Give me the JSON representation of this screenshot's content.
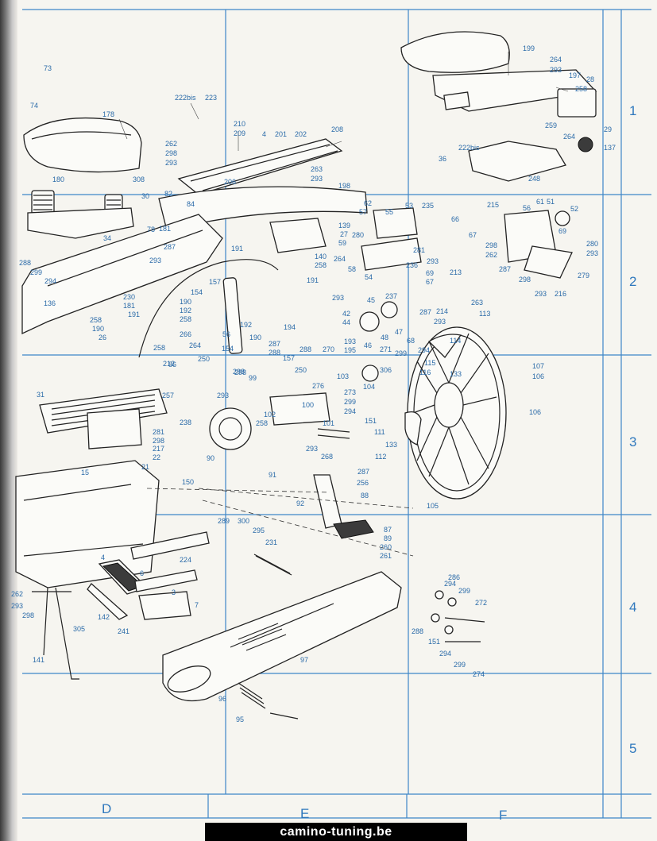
{
  "grid": {
    "rows": [
      "1",
      "2",
      "3",
      "4",
      "5"
    ],
    "columns": [
      "D",
      "E",
      "F"
    ]
  },
  "watermark": "camino-tuning.be",
  "accent_color": "#2f78bd",
  "callouts": [
    "73",
    "74",
    "178",
    "180",
    "262",
    "298",
    "293",
    "308",
    "30",
    "82",
    "84",
    "78",
    "181",
    "34",
    "287",
    "293",
    "288",
    "299",
    "294",
    "136",
    "230",
    "181",
    "258",
    "190",
    "26",
    "191",
    "190",
    "192",
    "258",
    "266",
    "264",
    "154",
    "157",
    "258",
    "298",
    "99",
    "250",
    "86",
    "31",
    "212",
    "257",
    "238",
    "281",
    "298",
    "217",
    "22",
    "21",
    "15",
    "150",
    "90",
    "91",
    "92",
    "88",
    "87",
    "89",
    "260",
    "261",
    "289",
    "300",
    "295",
    "231",
    "224",
    "4",
    "6",
    "3",
    "7",
    "262",
    "293",
    "298",
    "305",
    "142",
    "241",
    "141",
    "97",
    "96",
    "95",
    "222bis",
    "223",
    "210",
    "209",
    "4",
    "201",
    "202",
    "208",
    "263",
    "293",
    "198",
    "206",
    "139",
    "27",
    "59",
    "280",
    "140",
    "264",
    "258",
    "58",
    "54",
    "45",
    "191",
    "293",
    "288",
    "194",
    "270",
    "193",
    "195",
    "42",
    "44",
    "46",
    "48",
    "271",
    "299",
    "294",
    "62",
    "57",
    "55",
    "53",
    "235",
    "66",
    "67",
    "281",
    "293",
    "236",
    "69",
    "67",
    "213",
    "214",
    "237",
    "47",
    "68",
    "293",
    "263",
    "287",
    "56",
    "61",
    "51",
    "52",
    "69",
    "215",
    "298",
    "262",
    "287",
    "298",
    "293",
    "216",
    "279",
    "280",
    "293",
    "199",
    "264",
    "293",
    "197",
    "258",
    "28",
    "29",
    "137",
    "36",
    "248",
    "222bis",
    "259",
    "264",
    "103",
    "273",
    "299",
    "294",
    "151",
    "306",
    "104",
    "111",
    "133",
    "112",
    "105",
    "107",
    "106",
    "106",
    "113",
    "114",
    "115",
    "116",
    "133",
    "154",
    "157",
    "250",
    "276",
    "298",
    "293",
    "102",
    "101",
    "258",
    "268",
    "256",
    "287",
    "293",
    "100",
    "286",
    "294",
    "299",
    "272",
    "288",
    "151",
    "294",
    "299",
    "274",
    "191",
    "56",
    "192",
    "190",
    "287",
    "288"
  ]
}
